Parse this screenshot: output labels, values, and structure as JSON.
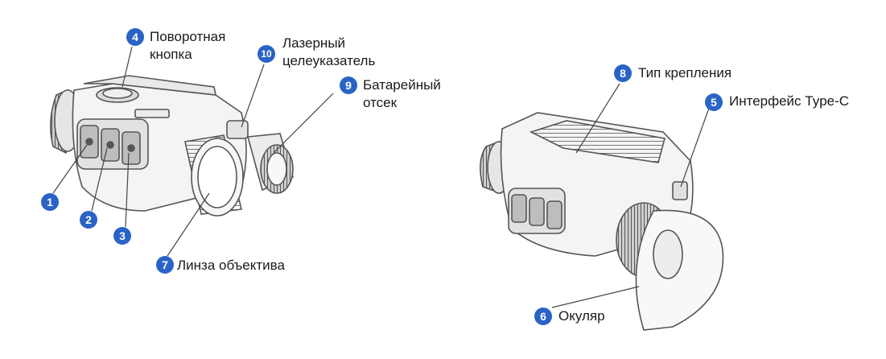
{
  "accent_color": "#2a63c6",
  "left_device": {
    "callouts": [
      {
        "number": "1"
      },
      {
        "number": "2"
      },
      {
        "number": "3"
      },
      {
        "number": "4",
        "line1": "Поворотная",
        "line2": "кнопка"
      },
      {
        "number": "7",
        "line1": "Линза объектива"
      },
      {
        "number": "9",
        "line1": "Батарейный",
        "line2": "отсек"
      },
      {
        "number": "10",
        "line1": "Лазерный",
        "line2": "целеуказатель"
      }
    ]
  },
  "right_device": {
    "callouts": [
      {
        "number": "5",
        "line1": "Интерфейс Type-C"
      },
      {
        "number": "6",
        "line1": "Окуляр"
      },
      {
        "number": "8",
        "line1": "Тип крепления"
      }
    ]
  }
}
